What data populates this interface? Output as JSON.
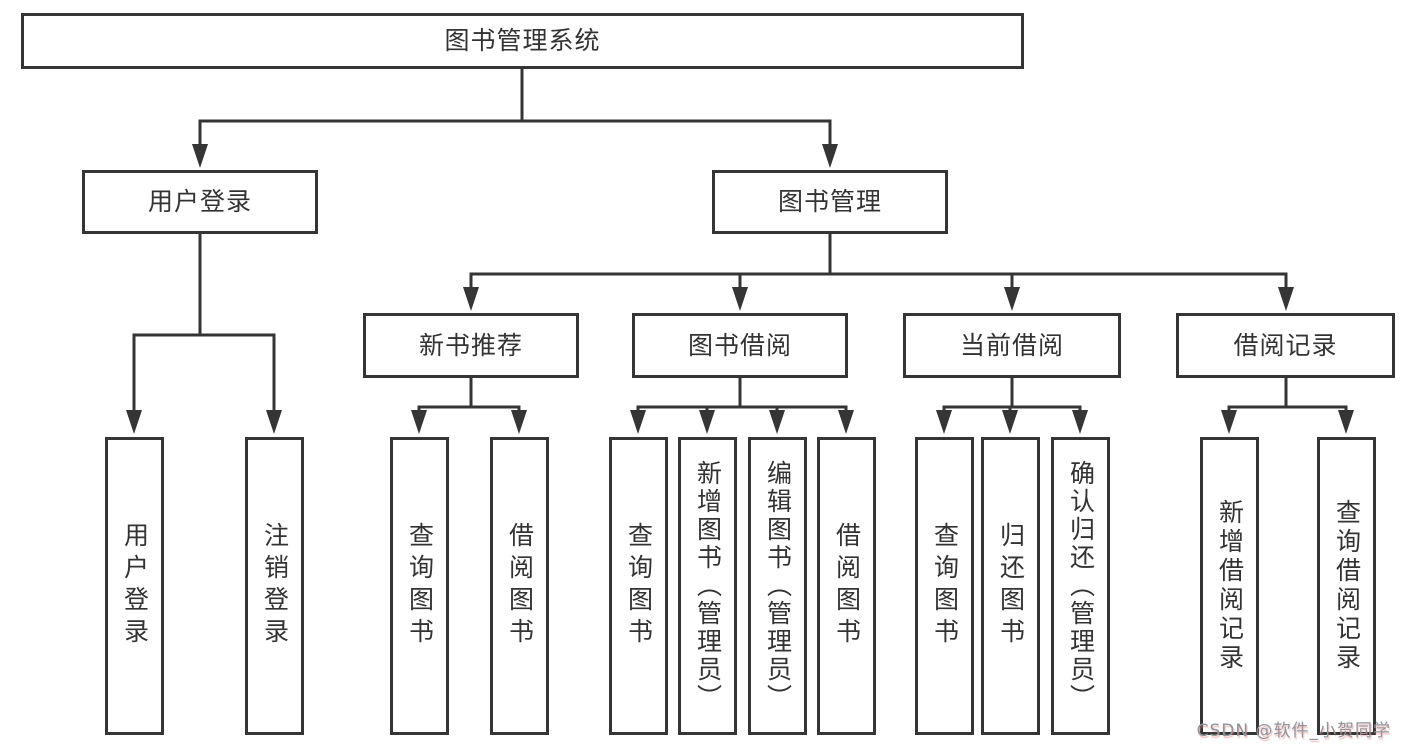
{
  "diagram": {
    "root": "图书管理系统",
    "level2": {
      "user_login": "用户登录",
      "book_management": "图书管理"
    },
    "level3": {
      "new_book_recommendation": "新书推荐",
      "book_borrowing": "图书借阅",
      "current_borrowing": "当前借阅",
      "borrowing_records": "借阅记录"
    },
    "level4": {
      "user_login": "用户登录",
      "logout": "注销登录",
      "nb_query_books": "查询图书",
      "nb_borrow_books": "借阅图书",
      "bb_query_books": "查询图书",
      "bb_add_books_admin": "新增图书（管理员）",
      "bb_edit_books_admin": "编辑图书（管理员）",
      "bb_borrow_books": "借阅图书",
      "cb_query_books": "查询图书",
      "cb_return_books": "归还图书",
      "cb_confirm_return_admin": "确认归还（管理员）",
      "br_add_record": "新增借阅记录",
      "br_query_record": "查询借阅记录"
    }
  },
  "watermark": "CSDN @软件_小贺同学",
  "colors": {
    "line": "#353535",
    "text": "#333333",
    "bg": "#ffffff",
    "watermark": "#8e959c"
  }
}
